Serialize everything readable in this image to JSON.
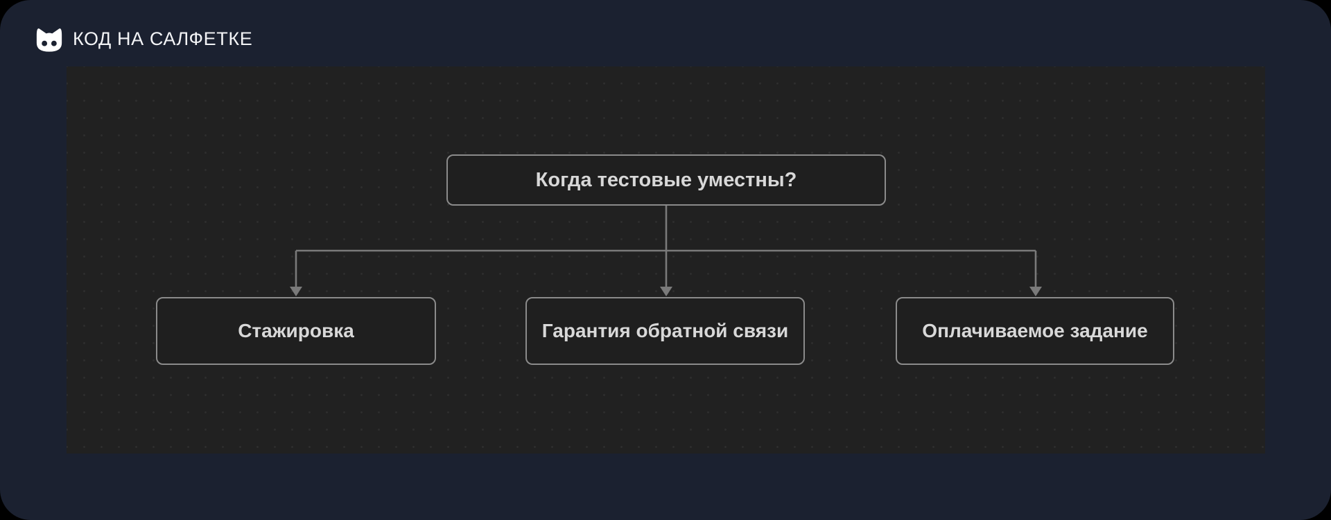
{
  "header": {
    "brand": "КОД НА САЛФЕТКЕ",
    "logo_icon": "cat-icon"
  },
  "diagram": {
    "root": {
      "label": "Когда тестовые уместны?"
    },
    "children": [
      {
        "label": "Стажировка"
      },
      {
        "label": "Гарантия обратной связи"
      },
      {
        "label": "Оплачиваемое задание"
      }
    ]
  },
  "colors": {
    "outer_background": "#000000",
    "frame_background": "#1b2130",
    "canvas_background": "#212121",
    "dot_grid": "#2f2f2f",
    "node_fill": "#1f1f1f",
    "node_border": "#8b8b8b",
    "connector_line": "#7a7a7a",
    "node_text": "#d8d8d8",
    "brand_text": "#f3f4f6",
    "logo_fill": "#ffffff"
  }
}
